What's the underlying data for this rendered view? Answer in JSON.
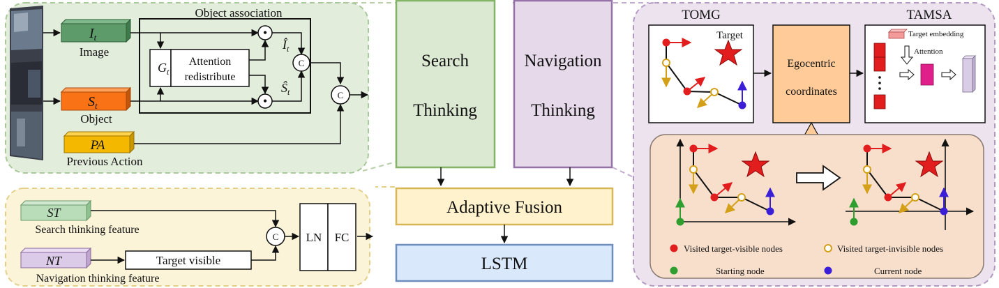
{
  "colors": {
    "green_region": "#e3eddc",
    "yellow_region": "#fbf4d9",
    "purple_region": "#ece3ef",
    "search_box": "#dbe8d2",
    "nav_box": "#e6d9ea",
    "fusion_box": "#fff2cc",
    "lstm_box": "#dae8fc",
    "ego_box": "#ffcc99",
    "bottom_panel": "#f7dfcc",
    "image_feat": "#5d9b6a",
    "object_feat": "#f97316",
    "action_feat": "#f5b800",
    "red_node": "#e11d1d",
    "yellow_node": "#d4a017",
    "green_node": "#2e9e2e",
    "blue_node": "#3b1fd6"
  },
  "object_association": {
    "title": "Object association",
    "image_feature": "I",
    "image_sub": "t",
    "image_label": "Image",
    "object_feature": "S",
    "object_sub": "t",
    "object_label": "Object",
    "action_feature": "PA",
    "action_label": "Previous Action",
    "gate": "G",
    "gate_sub": "t",
    "attention_line1": "Attention",
    "attention_line2": "redistribute",
    "image_hat": "Î",
    "object_hat": "Ŝ",
    "mult_symbol": "•",
    "concat_symbol": "C"
  },
  "thinking": {
    "search_line1": "Search",
    "search_line2": "Thinking",
    "nav_line1": "Navigation",
    "nav_line2": "Thinking",
    "fusion": "Adaptive Fusion",
    "lstm": "LSTM"
  },
  "bottom_left": {
    "st_feature": "ST",
    "st_label": "Search thinking feature",
    "nt_feature": "NT",
    "nt_label": "Navigation thinking feature",
    "target_visible": "Target visible",
    "ln": "LN",
    "fc": "FC",
    "concat_symbol": "C"
  },
  "right": {
    "tomg": "TOMG",
    "tamsa": "TAMSA",
    "target": "Target",
    "ego_line1": "Egocentric",
    "ego_line2": "coordinates",
    "target_embedding": "Target embedding",
    "attention": "Attention",
    "legend": {
      "visited_visible": "Visited target-visible nodes",
      "visited_invisible": "Visited target-invisible nodes",
      "starting": "Starting node",
      "current": "Current node"
    }
  }
}
